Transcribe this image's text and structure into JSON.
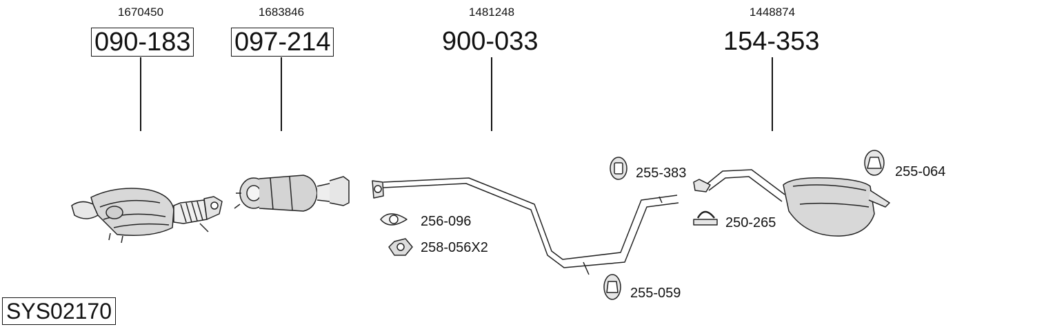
{
  "system_code": "SYS02170",
  "parts": [
    {
      "ref": "1670450",
      "number": "090-183",
      "boxed": true
    },
    {
      "ref": "1683846",
      "number": "097-214",
      "boxed": true
    },
    {
      "ref": "1481248",
      "number": "900-033",
      "boxed": false
    },
    {
      "ref": "1448874",
      "number": "154-353",
      "boxed": false
    }
  ],
  "accessories": {
    "hanger_mid": "255-383",
    "hanger_rear": "255-064",
    "gasket": "256-096",
    "nut": "258-056X2",
    "clamp": "250-265",
    "hanger_low": "255-059"
  }
}
